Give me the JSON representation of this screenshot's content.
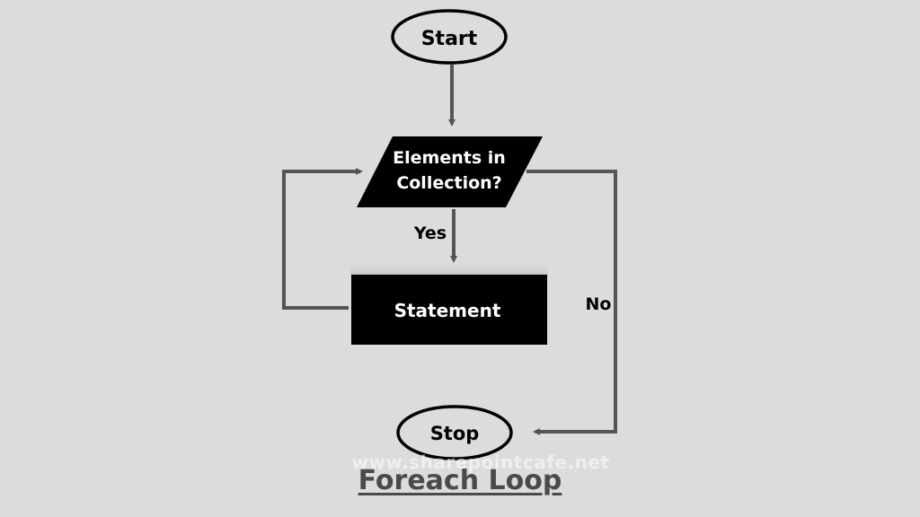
{
  "nodes": {
    "start": "Start",
    "condition_line1": "Elements in",
    "condition_line2": "Collection?",
    "statement": "Statement",
    "stop": "Stop"
  },
  "edges": {
    "yes": "Yes",
    "no": "No"
  },
  "watermark": "www.sharepointcafe.net",
  "caption": "Foreach Loop",
  "colors": {
    "background": "#dcdcdc",
    "node_fill_dark": "#000000",
    "node_text_dark": "#ffffff",
    "terminal_fill": "#dcdcdc",
    "terminal_stroke": "#000000",
    "arrow": "#555555",
    "caption": "#4a4a4a"
  }
}
